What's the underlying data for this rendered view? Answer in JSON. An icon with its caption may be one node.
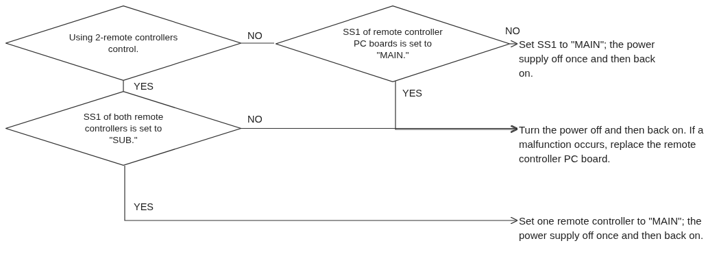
{
  "diagram": {
    "nodes": [
      {
        "text": [
          "Using 2-remote controllers control."
        ]
      },
      {
        "text": [
          "SS1 of remote controller PC boards is set to \"MAIN.\""
        ]
      },
      {
        "text": [
          "SS1 of both remote controllers is set to \"SUB.\""
        ]
      },
      {
        "text": [
          "Set SS1 to \"MAIN\"; the power supply off once and then back on."
        ]
      },
      {
        "text": [
          "Turn the power off and then back on. If a malfunction occurs, replace the remote controller PC board."
        ]
      },
      {
        "text": [
          "Set one remote controller to \"MAIN\"; the power supply off once and then back on."
        ]
      }
    ],
    "edges": [
      {
        "from": 0,
        "to": 1,
        "arrow": "none",
        "label": "NO"
      },
      {
        "from": 0,
        "to": 2,
        "arrow": "none",
        "label": "YES"
      },
      {
        "from": 1,
        "to": 3,
        "arrow": "to",
        "label": "NO"
      },
      {
        "from": 1,
        "to": 4,
        "arrow": "to",
        "label": "YES"
      },
      {
        "from": 2,
        "to": 4,
        "arrow": "to",
        "label": "NO"
      },
      {
        "from": 2,
        "to": 5,
        "arrow": "to",
        "label": "YES"
      }
    ]
  }
}
